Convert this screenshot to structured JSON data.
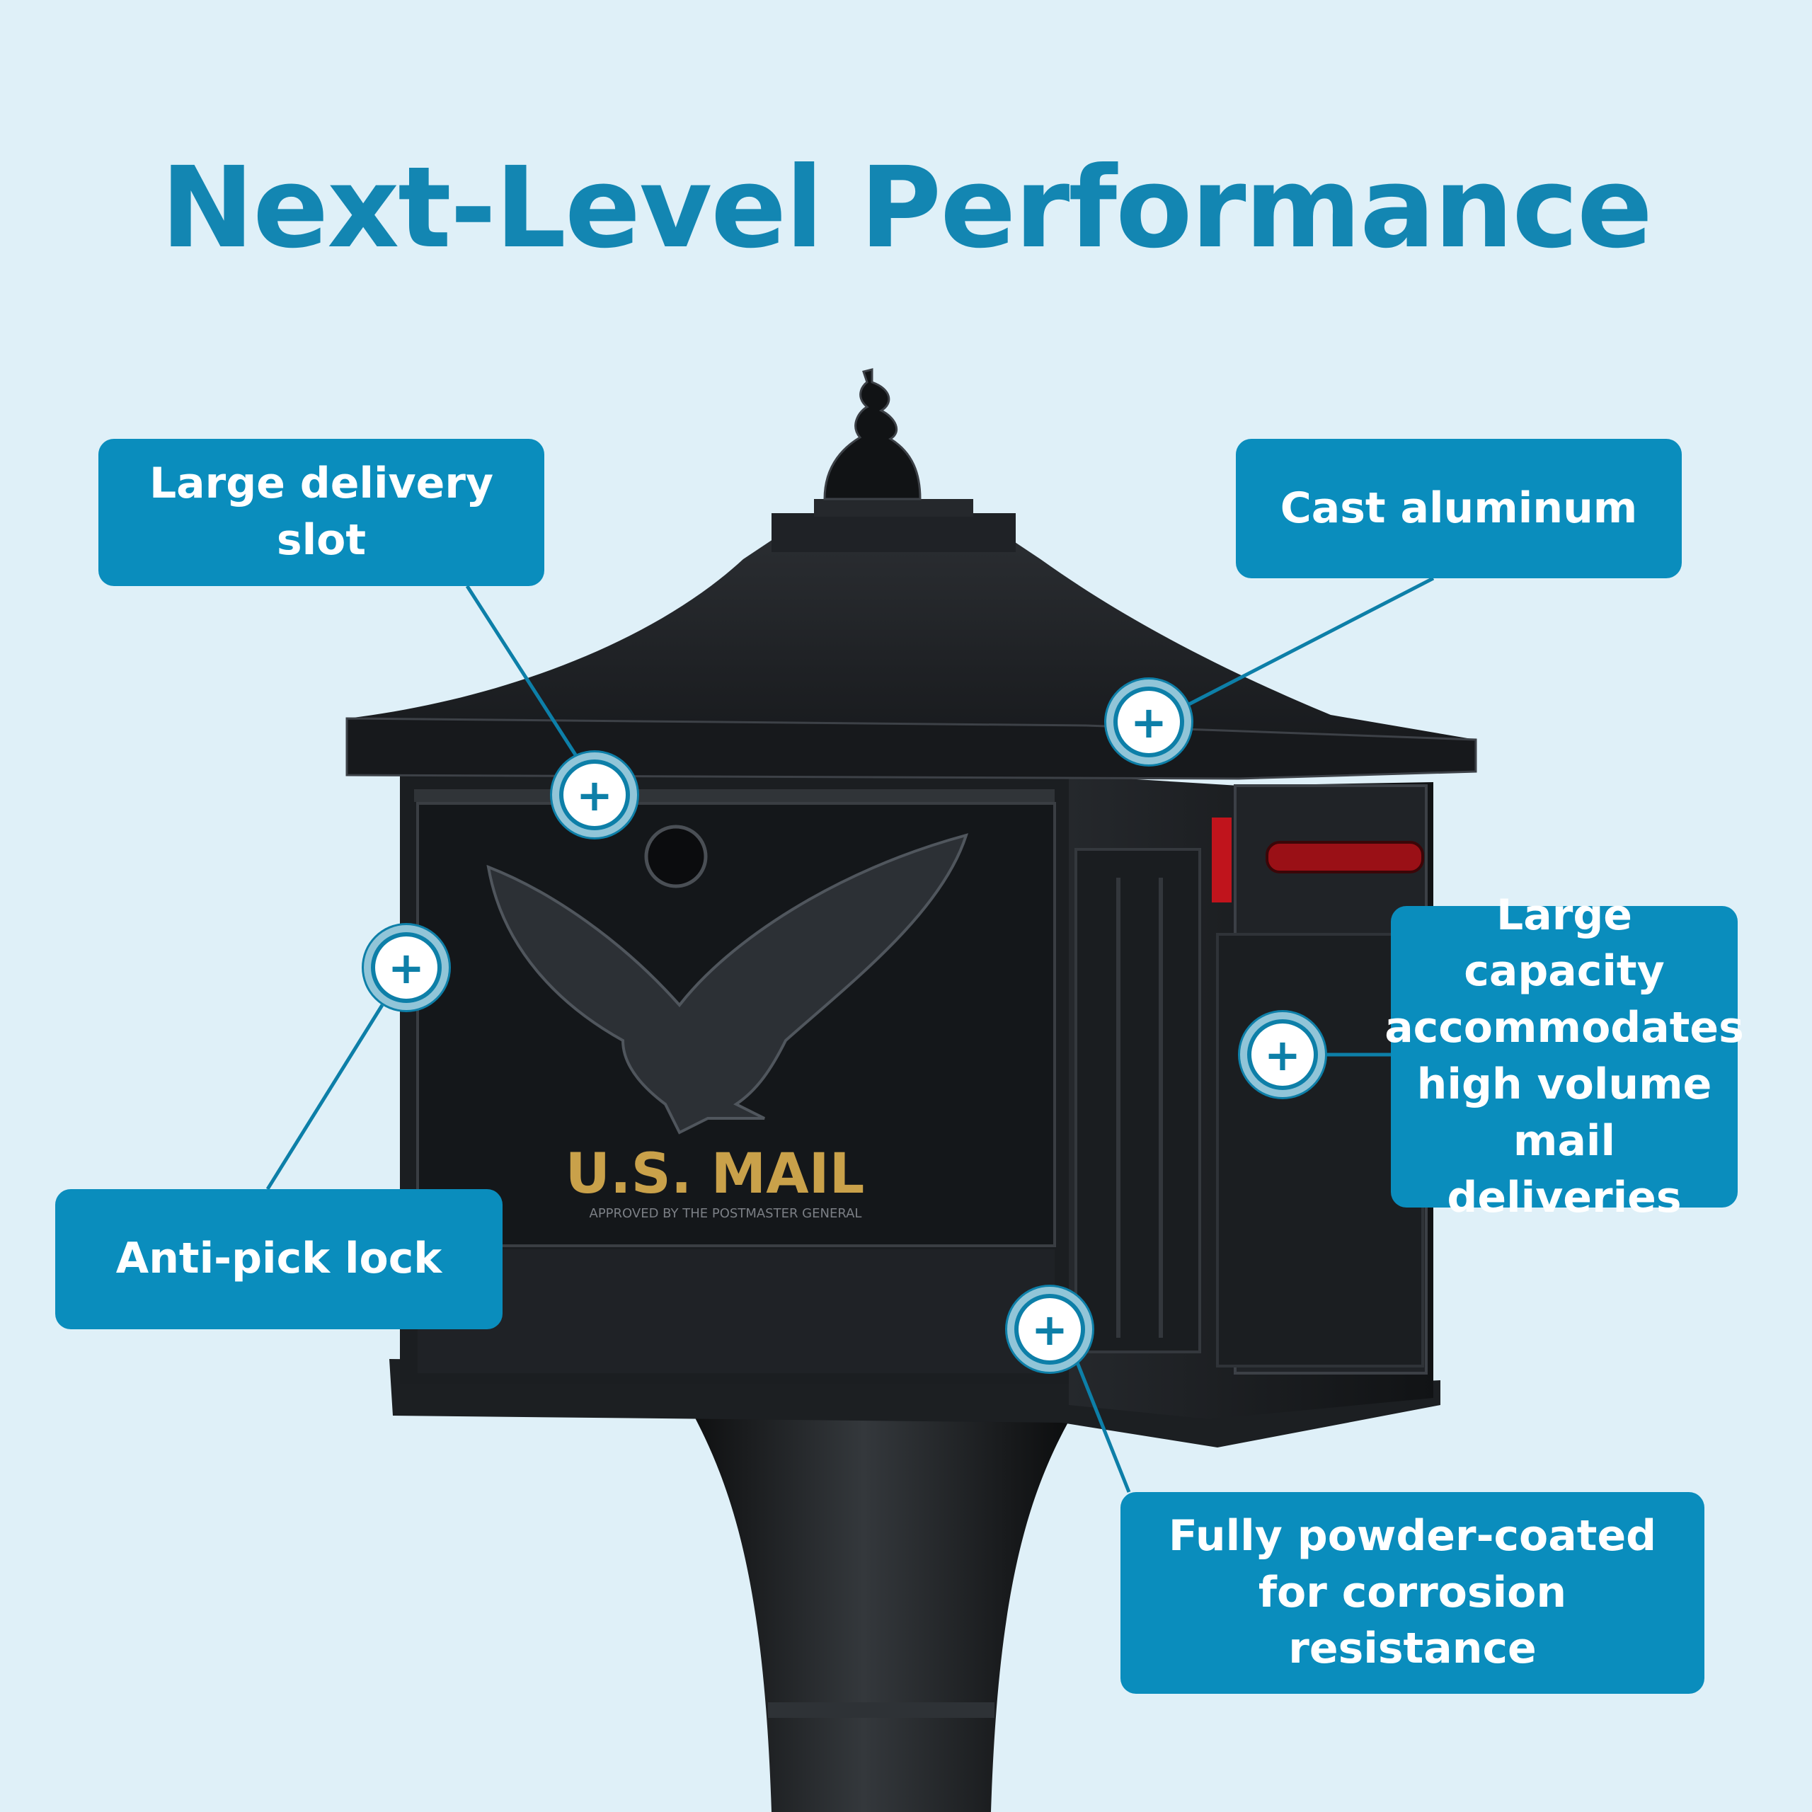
{
  "headline": "Next-Level Performance",
  "product": {
    "plate_text": "U.S. MAIL",
    "plate_subtext": "APPROVED BY THE POSTMASTER GENERAL"
  },
  "callouts": {
    "delivery_slot": "Large delivery slot",
    "cast_aluminum": "Cast aluminum",
    "capacity_lines": [
      "Large capacity",
      "accommodates",
      "high volume",
      "mail deliveries"
    ],
    "lock": "Anti-pick lock",
    "coating_lines": [
      "Fully powder-coated",
      "for corrosion resistance"
    ]
  },
  "hotspot_symbol": "+",
  "colors": {
    "background": "#dff0f8",
    "accent": "#0a8dbd",
    "headline": "#1386b2",
    "product_body": "#1b1e21",
    "plate_gold": "#c9a14a",
    "flag_red": "#c0141c"
  }
}
